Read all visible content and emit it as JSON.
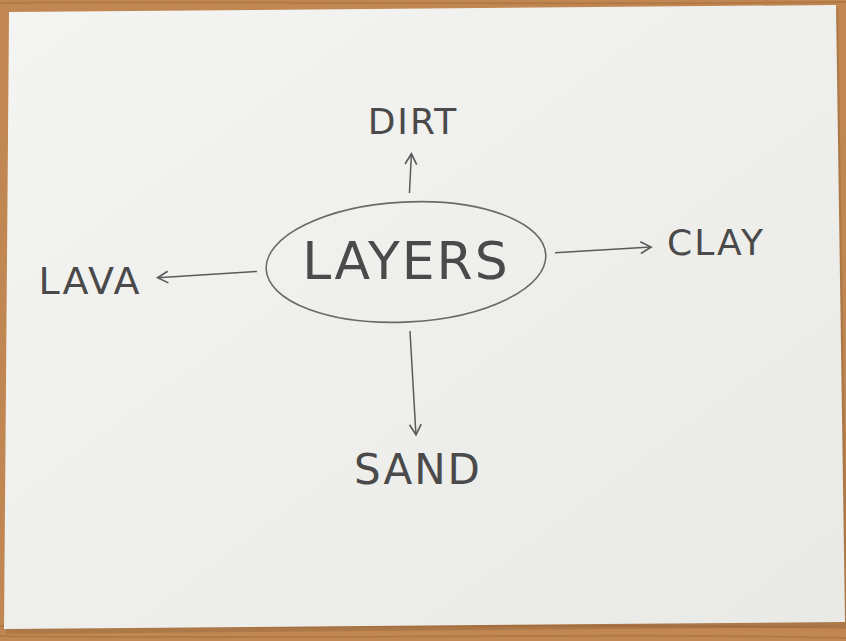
{
  "diagram": {
    "nodes": [
      {
        "text": [
          "DIRT"
        ]
      },
      {
        "text": [
          "LAVA"
        ]
      },
      {
        "text": [
          "LAYERS"
        ]
      },
      {
        "text": [
          "CLAY"
        ]
      },
      {
        "text": [
          "SAND"
        ]
      }
    ],
    "edges": [
      {
        "from": 2,
        "to": 0,
        "arrow": "to"
      },
      {
        "from": 2,
        "to": 1,
        "arrow": "to"
      },
      {
        "from": 2,
        "to": 3,
        "arrow": "to"
      },
      {
        "from": 2,
        "to": 4,
        "arrow": "to"
      }
    ]
  }
}
